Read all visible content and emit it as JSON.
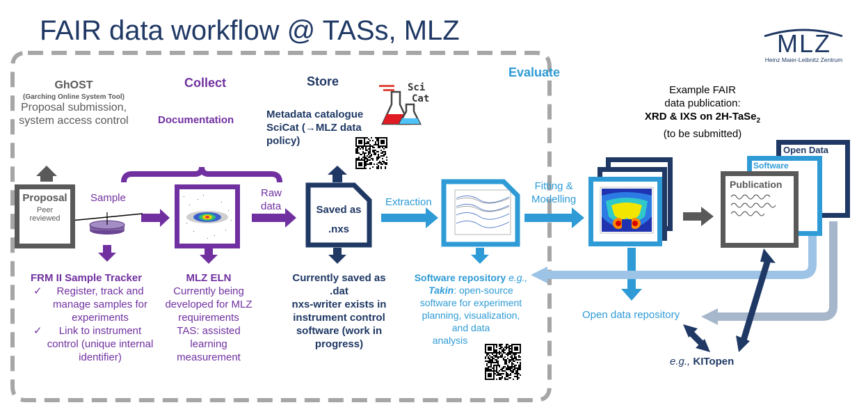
{
  "title": "FAIR data workflow @ TASs, MLZ",
  "logo": {
    "letters": "MLZ",
    "subtitle": "Heinz Maier-Leibnitz Zentrum"
  },
  "ghost": {
    "title": "GhOST",
    "subtitle": "(Garching Online System Tool)",
    "desc1": "Proposal submission,",
    "desc2": "system access control"
  },
  "proposal": {
    "title": "Proposal",
    "line1": "Peer",
    "line2": "reviewed"
  },
  "sample_label": "Sample",
  "collect": {
    "title": "Collect",
    "documentation": "Documentation"
  },
  "raw_data": {
    "line1": "Raw",
    "line2": "data"
  },
  "store": {
    "title": "Store",
    "catalogue_line1": "Metadata catalogue",
    "catalogue_line2": "SciCat (→MLZ data",
    "catalogue_line3": "policy)",
    "scicat_logo_line1": "Sci",
    "scicat_logo_line2": "Cat",
    "saved_line1": "Saved as",
    "saved_line2": ".nxs"
  },
  "extraction_label": "Extraction",
  "evaluate_title": "Evaluate",
  "fitting": {
    "line1": "Fitting &",
    "line2": "Modelling"
  },
  "sample_tracker": {
    "title": "FRM II Sample Tracker",
    "items": [
      [
        "Register, track and",
        "manage samples for",
        "experiments"
      ],
      [
        "Link to instrument",
        "control (unique internal",
        "identifier)"
      ]
    ]
  },
  "eln": {
    "title": "MLZ ELN",
    "lines": [
      "Currently being",
      "developed for MLZ",
      "requirements",
      "TAS: assisted",
      "learning",
      "measurement"
    ]
  },
  "currently_saved": {
    "lines": [
      "Currently saved as",
      ".dat",
      "nxs-writer exists in",
      "instrument control",
      "software (work in",
      "progress)"
    ]
  },
  "software_repo": {
    "title": "Software repository",
    "eg": "e.g.,",
    "takin": "Takin",
    "line1": ": open-source",
    "line2": "software for experiment",
    "line3": "planning, visualization,",
    "line4": "and data",
    "line5": "analysis"
  },
  "example": {
    "line1": "Example FAIR",
    "line2": "data publication:",
    "line3": "XRD & IXS on 2H-TaSe",
    "sub": "2",
    "line4": "(to be submitted)"
  },
  "stack": {
    "open_data": "Open Data",
    "software": "Software",
    "publication": "Publication"
  },
  "open_repo_label": "Open data repository",
  "kitopen": {
    "eg": "e.g., ",
    "name": "KITopen"
  },
  "colors": {
    "navy": "#1f3864",
    "purple": "#7030a0",
    "blue": "#2e9bd6",
    "light_blue": "#9dc3e6",
    "gray": "#595959",
    "blue_gray": "#a6b7cb"
  }
}
